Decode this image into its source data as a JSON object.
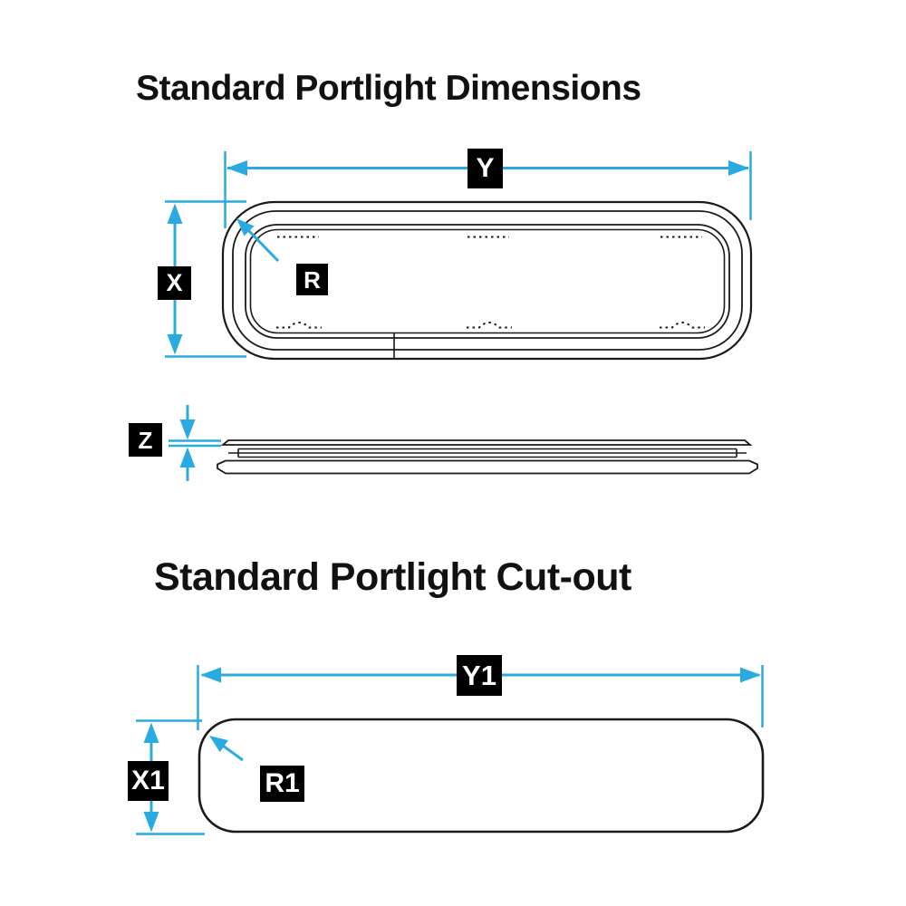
{
  "colors": {
    "dimension": "#29ABE2",
    "drawing": "#1a1a1a",
    "label_bg": "#000000",
    "label_text": "#ffffff",
    "background": "#ffffff"
  },
  "sections": {
    "dimensions": {
      "title": "Standard Portlight Dimensions",
      "labels": {
        "width": "Y",
        "height": "X",
        "corner_radius": "R",
        "thickness": "Z"
      }
    },
    "cutout": {
      "title": "Standard Portlight Cut-out",
      "labels": {
        "width": "Y1",
        "height": "X1",
        "corner_radius": "R1"
      }
    }
  }
}
